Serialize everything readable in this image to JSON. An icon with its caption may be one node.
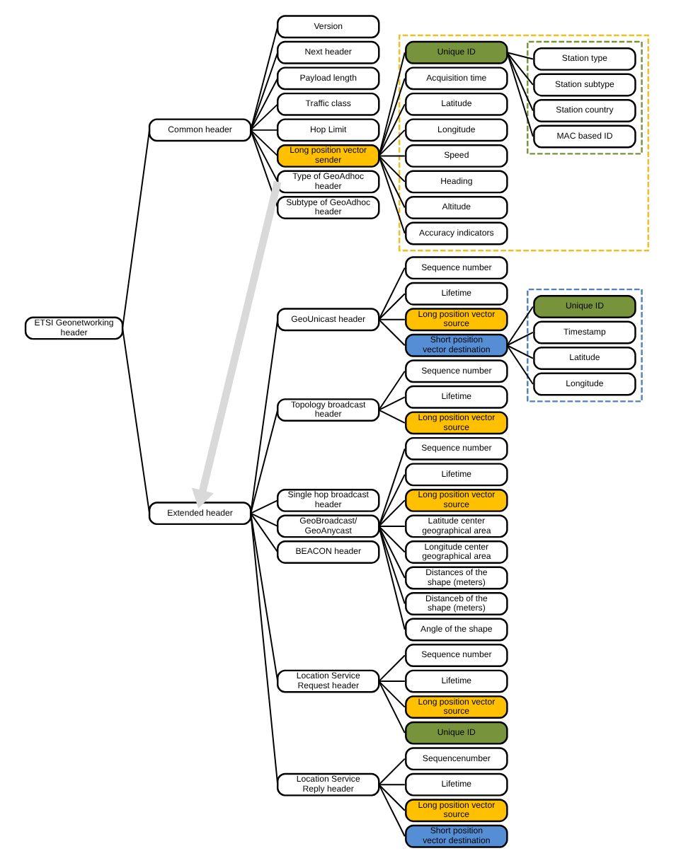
{
  "diagram": {
    "nodes": [
      {
        "text": [
          "ETSI Geonetworking header"
        ]
      },
      {
        "text": [
          "Common header"
        ]
      },
      {
        "text": [
          "Version"
        ]
      },
      {
        "text": [
          "Next header"
        ]
      },
      {
        "text": [
          "Payload length"
        ]
      },
      {
        "text": [
          "Traffic class"
        ]
      },
      {
        "text": [
          "Hop Limit"
        ]
      },
      {
        "text": [
          "Long position vector sender"
        ]
      },
      {
        "text": [
          "Type of GeoAdhoc header"
        ]
      },
      {
        "text": [
          "Subtype of GeoAdhoc header"
        ]
      },
      {
        "text": [],
        "shape": "box"
      },
      {
        "text": [
          "Unique ID"
        ],
        "in": 10
      },
      {
        "text": [],
        "shape": "box",
        "in": 10
      },
      {
        "text": [
          "Station type"
        ],
        "in": 12
      },
      {
        "text": [
          "Station subtype"
        ],
        "in": 12
      },
      {
        "text": [
          "Station country"
        ],
        "in": 12
      },
      {
        "text": [
          "MAC based ID"
        ],
        "in": 12
      },
      {
        "text": [
          "Acquisition time"
        ],
        "in": 10
      },
      {
        "text": [
          "Latitude"
        ],
        "in": 10
      },
      {
        "text": [
          "Longitude"
        ],
        "in": 10
      },
      {
        "text": [
          "Speed"
        ],
        "in": 10
      },
      {
        "text": [
          "Heading"
        ],
        "in": 10
      },
      {
        "text": [
          "Altitude"
        ],
        "in": 10
      },
      {
        "text": [
          "Accuracy indicators"
        ],
        "in": 10
      },
      {
        "text": [
          "Extended header"
        ]
      },
      {
        "text": [
          "GeoUnicast header"
        ]
      },
      {
        "text": [
          "Sequence number"
        ]
      },
      {
        "text": [
          "Lifetime"
        ]
      },
      {
        "text": [
          "Long position vector source"
        ]
      },
      {
        "text": [
          "Short position vector destination"
        ]
      },
      {
        "text": [],
        "shape": "box"
      },
      {
        "text": [
          "Unique ID"
        ],
        "in": 30
      },
      {
        "text": [
          "Timestamp"
        ],
        "in": 30
      },
      {
        "text": [
          "Latitude"
        ],
        "in": 30
      },
      {
        "text": [
          "Longitude"
        ],
        "in": 30
      },
      {
        "text": [
          "Topology broadcast header"
        ]
      },
      {
        "text": [
          "Sequence number"
        ]
      },
      {
        "text": [
          "Lifetime"
        ]
      },
      {
        "text": [
          "Long position vector source"
        ]
      },
      {
        "text": [
          "Single hop broadcast header"
        ]
      },
      {
        "text": [
          "GeoBroadcast/ GeoAnycast"
        ]
      },
      {
        "text": [
          "BEACON header"
        ]
      },
      {
        "text": [
          "Sequence number"
        ]
      },
      {
        "text": [
          "Lifetime"
        ]
      },
      {
        "text": [
          "Long position vector source"
        ]
      },
      {
        "text": [
          "Latitude center geographical area"
        ]
      },
      {
        "text": [
          "Longitude center geographical area"
        ]
      },
      {
        "text": [
          "Distances of the shape (meters)"
        ]
      },
      {
        "text": [
          "Distanceb of the shape (meters)"
        ]
      },
      {
        "text": [
          "Angle of the shape"
        ]
      },
      {
        "text": [
          "Location Service Request header"
        ]
      },
      {
        "text": [
          "Sequence number"
        ]
      },
      {
        "text": [
          "Lifetime"
        ]
      },
      {
        "text": [
          "Long position vector source"
        ]
      },
      {
        "text": [
          "Unique ID"
        ]
      },
      {
        "text": [
          "Location Service Reply header"
        ]
      },
      {
        "text": [
          "Sequencenumber"
        ]
      },
      {
        "text": [
          "Lifetime"
        ]
      },
      {
        "text": [
          "Long position vector source"
        ]
      },
      {
        "text": [
          "Short position vector destination"
        ]
      }
    ],
    "edges": [
      {
        "from": 0,
        "to": 1,
        "arrow": "none"
      },
      {
        "from": 0,
        "to": 24,
        "arrow": "none"
      },
      {
        "from": 1,
        "to": 2,
        "arrow": "none"
      },
      {
        "from": 1,
        "to": 3,
        "arrow": "none"
      },
      {
        "from": 1,
        "to": 4,
        "arrow": "none"
      },
      {
        "from": 1,
        "to": 5,
        "arrow": "none"
      },
      {
        "from": 1,
        "to": 6,
        "arrow": "none"
      },
      {
        "from": 1,
        "to": 7,
        "arrow": "none"
      },
      {
        "from": 1,
        "to": 8,
        "arrow": "none"
      },
      {
        "from": 1,
        "to": 9,
        "arrow": "none"
      },
      {
        "from": 7,
        "to": 11,
        "arrow": "none"
      },
      {
        "from": 7,
        "to": 17,
        "arrow": "none"
      },
      {
        "from": 7,
        "to": 18,
        "arrow": "none"
      },
      {
        "from": 7,
        "to": 19,
        "arrow": "none"
      },
      {
        "from": 7,
        "to": 20,
        "arrow": "none"
      },
      {
        "from": 7,
        "to": 21,
        "arrow": "none"
      },
      {
        "from": 7,
        "to": 22,
        "arrow": "none"
      },
      {
        "from": 7,
        "to": 23,
        "arrow": "none"
      },
      {
        "from": 11,
        "to": 13,
        "arrow": "none"
      },
      {
        "from": 11,
        "to": 14,
        "arrow": "none"
      },
      {
        "from": 11,
        "to": 15,
        "arrow": "none"
      },
      {
        "from": 11,
        "to": 16,
        "arrow": "none"
      },
      {
        "from": 24,
        "to": 25,
        "arrow": "none"
      },
      {
        "from": 24,
        "to": 35,
        "arrow": "none"
      },
      {
        "from": 24,
        "to": 39,
        "arrow": "none"
      },
      {
        "from": 24,
        "to": 40,
        "arrow": "none"
      },
      {
        "from": 24,
        "to": 41,
        "arrow": "none"
      },
      {
        "from": 24,
        "to": 50,
        "arrow": "none"
      },
      {
        "from": 24,
        "to": 55,
        "arrow": "none"
      },
      {
        "from": 25,
        "to": 26,
        "arrow": "none"
      },
      {
        "from": 25,
        "to": 27,
        "arrow": "none"
      },
      {
        "from": 25,
        "to": 28,
        "arrow": "none"
      },
      {
        "from": 25,
        "to": 29,
        "arrow": "none"
      },
      {
        "from": 29,
        "to": 31,
        "arrow": "none"
      },
      {
        "from": 29,
        "to": 32,
        "arrow": "none"
      },
      {
        "from": 29,
        "to": 33,
        "arrow": "none"
      },
      {
        "from": 29,
        "to": 34,
        "arrow": "none"
      },
      {
        "from": 35,
        "to": 36,
        "arrow": "none"
      },
      {
        "from": 35,
        "to": 37,
        "arrow": "none"
      },
      {
        "from": 35,
        "to": 38,
        "arrow": "none"
      },
      {
        "from": 40,
        "to": 42,
        "arrow": "none"
      },
      {
        "from": 40,
        "to": 43,
        "arrow": "none"
      },
      {
        "from": 40,
        "to": 44,
        "arrow": "none"
      },
      {
        "from": 40,
        "to": 45,
        "arrow": "none"
      },
      {
        "from": 40,
        "to": 46,
        "arrow": "none"
      },
      {
        "from": 40,
        "to": 47,
        "arrow": "none"
      },
      {
        "from": 40,
        "to": 48,
        "arrow": "none"
      },
      {
        "from": 40,
        "to": 49,
        "arrow": "none"
      },
      {
        "from": 50,
        "to": 51,
        "arrow": "none"
      },
      {
        "from": 50,
        "to": 52,
        "arrow": "none"
      },
      {
        "from": 50,
        "to": 53,
        "arrow": "none"
      },
      {
        "from": 50,
        "to": 54,
        "arrow": "none"
      },
      {
        "from": 55,
        "to": 56,
        "arrow": "none"
      },
      {
        "from": 55,
        "to": 57,
        "arrow": "none"
      },
      {
        "from": 55,
        "to": 58,
        "arrow": "none"
      },
      {
        "from": 55,
        "to": 59,
        "arrow": "none"
      },
      {
        "from": 8,
        "to": 24,
        "arrow": "to",
        "style": "thick",
        "color": "#d9d9d9"
      }
    ]
  }
}
